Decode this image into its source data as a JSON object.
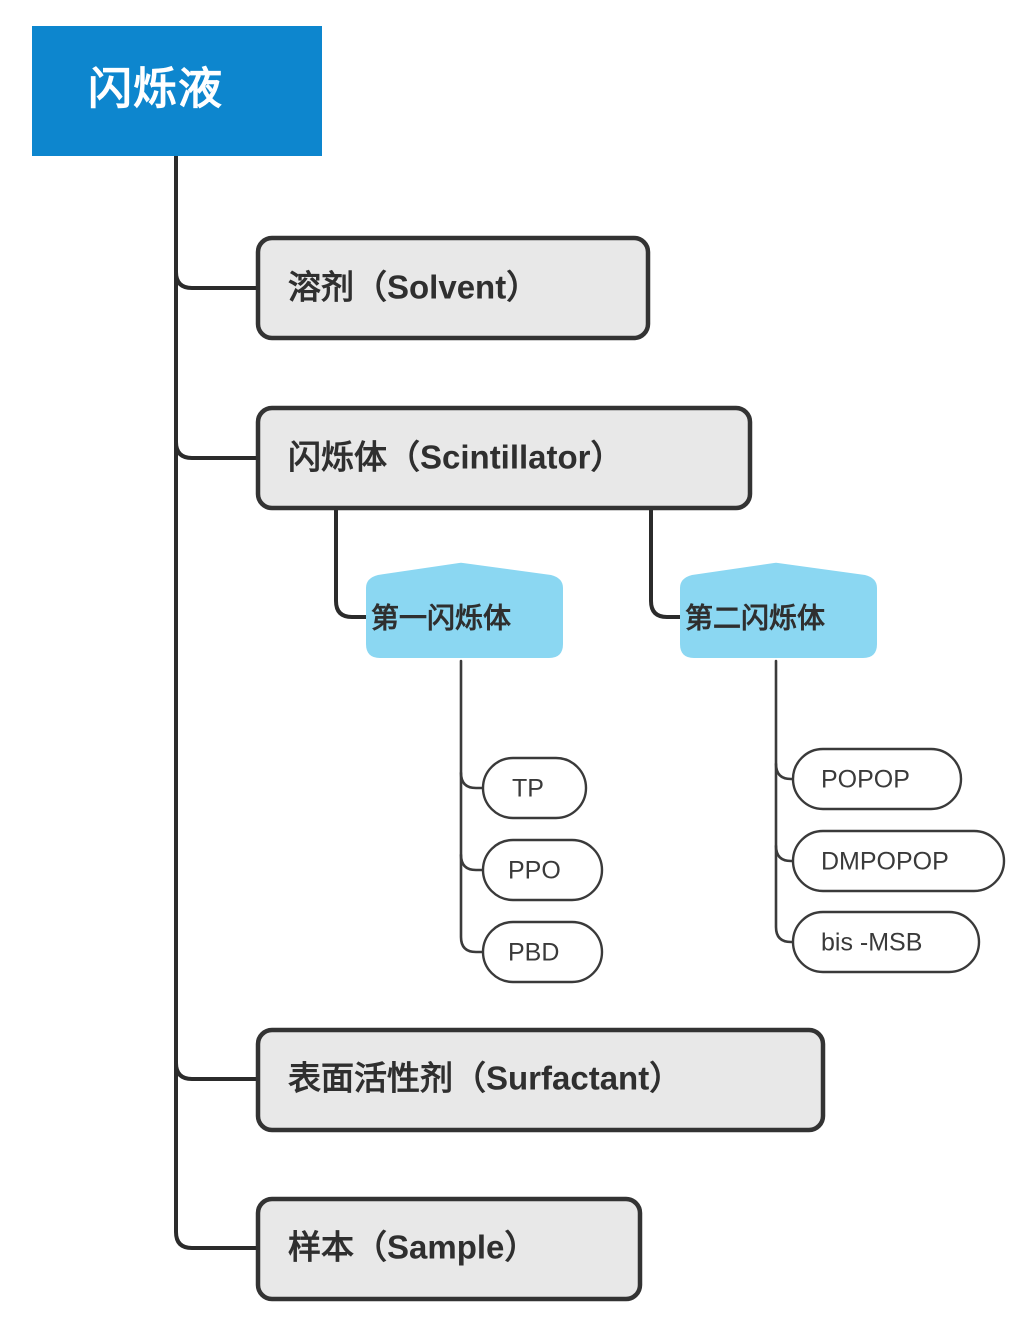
{
  "diagram": {
    "type": "mindmap-tree",
    "orientation": "left-to-right",
    "colors": {
      "root_fill": "#0d86ce",
      "root_text": "#ffffff",
      "level1_fill": "#e8e8e8",
      "level1_stroke": "#333333",
      "hexagon_fill": "#8bd7f2",
      "leaf_fill": "#ffffff",
      "leaf_stroke": "#3a3a3a",
      "edge_stroke": "#2b2b2b",
      "text_dark": "#2f2f2f",
      "background": "#ffffff"
    },
    "root": {
      "label": "闪烁液",
      "shape": "rectangle"
    },
    "branches": [
      {
        "id": "solvent",
        "label": "溶剂（Solvent）",
        "shape": "rounded-rectangle",
        "children": []
      },
      {
        "id": "scintillator",
        "label": "闪烁体（Scintillator）",
        "shape": "rounded-rectangle",
        "children": [
          {
            "id": "primary-scintillator",
            "label": "第一闪烁体",
            "shape": "hexagon",
            "children": [
              {
                "id": "tp",
                "label": "TP",
                "shape": "pill"
              },
              {
                "id": "ppo",
                "label": "PPO",
                "shape": "pill"
              },
              {
                "id": "pbd",
                "label": "PBD",
                "shape": "pill"
              }
            ]
          },
          {
            "id": "secondary-scintillator",
            "label": "第二闪烁体",
            "shape": "hexagon",
            "children": [
              {
                "id": "popop",
                "label": "POPOP",
                "shape": "pill"
              },
              {
                "id": "dmpopop",
                "label": "DMPOPOP",
                "shape": "pill"
              },
              {
                "id": "bis-msb",
                "label": "bis -MSB",
                "shape": "pill"
              }
            ]
          }
        ]
      },
      {
        "id": "surfactant",
        "label": "表面活性剂（Surfactant）",
        "shape": "rounded-rectangle",
        "children": []
      },
      {
        "id": "sample",
        "label": "样本（Sample）",
        "shape": "rounded-rectangle",
        "children": []
      }
    ]
  },
  "labels": {
    "root": "闪烁液",
    "solvent": "溶剂（Solvent）",
    "scintillator": "闪烁体（Scintillator）",
    "surfactant": "表面活性剂（Surfactant）",
    "sample": "样本（Sample）",
    "primary_scintillator": "第一闪烁体",
    "secondary_scintillator": "第二闪烁体",
    "tp": "TP",
    "ppo": "PPO",
    "pbd": "PBD",
    "popop": "POPOP",
    "dmpopop": "DMPOPOP",
    "bis_msb": "bis -MSB"
  }
}
